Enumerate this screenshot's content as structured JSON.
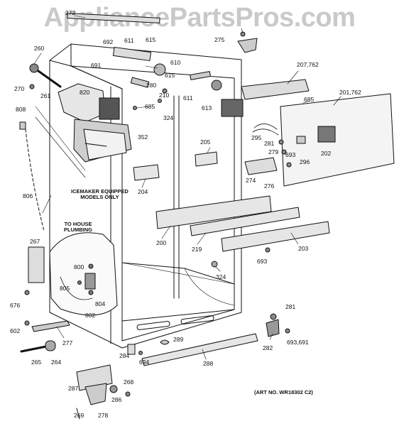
{
  "watermark": "AppliancePartsPros.com",
  "art_number": "(ART NO. WR18302 C2)",
  "notes": {
    "icemaker_line1": "ICEMAKER EQUIPPED",
    "icemaker_line2": "MODELS ONLY",
    "plumbing_line1": "TO HOUSE",
    "plumbing_line2": "PLUMBING"
  },
  "labels": [
    "272",
    "692",
    "611",
    "615",
    "275",
    "260",
    "691",
    "610",
    "207,762",
    "270",
    "261",
    "820",
    "280",
    "615",
    "611",
    "613",
    "685",
    "201,762",
    "210",
    "685",
    "324",
    "808",
    "352",
    "295",
    "281",
    "693",
    "202",
    "205",
    "279",
    "296",
    "274",
    "276",
    "204",
    "806",
    "200",
    "219",
    "203",
    "693",
    "267",
    "800",
    "805",
    "324",
    "804",
    "802",
    "676",
    "281",
    "602",
    "277",
    "282",
    "693,691",
    "289",
    "284",
    "694",
    "265",
    "264",
    "288",
    "268",
    "287",
    "286",
    "269",
    "278"
  ],
  "colors": {
    "line": "#111111",
    "shade": "#9a9a9a",
    "watermark": "#c9c9c9"
  }
}
